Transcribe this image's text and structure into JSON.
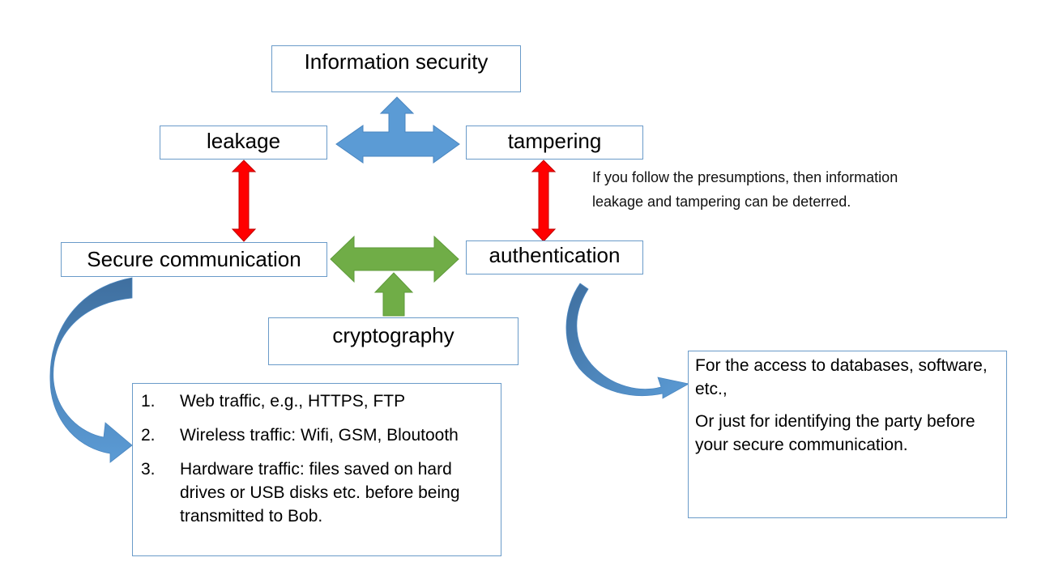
{
  "nodes": {
    "information_security": "Information security",
    "leakage": "leakage",
    "tampering": "tampering",
    "secure_communication": "Secure communication",
    "authentication": "authentication",
    "cryptography": "cryptography"
  },
  "annotation": "If you follow the presumptions, then information leakage and tampering can be deterred.",
  "secure_comm_details": {
    "items": [
      {
        "num": "1.",
        "text": "Web traffic, e.g., HTTPS, FTP"
      },
      {
        "num": "2.",
        "text": "Wireless traffic: Wifi, GSM, Bloutooth"
      },
      {
        "num": "3.",
        "text": "Hardware traffic: files saved on hard drives or USB disks etc. before being transmitted to Bob."
      }
    ]
  },
  "authentication_details": {
    "paragraphs": [
      "For the access to databases, software, etc.,",
      "Or just for identifying the party before your secure communication."
    ]
  },
  "colors": {
    "box_border": "#6a9bc9",
    "blue_arrow": "#5b9bd5",
    "red_arrow": "#ff0000",
    "green_arrow": "#70ad47"
  }
}
